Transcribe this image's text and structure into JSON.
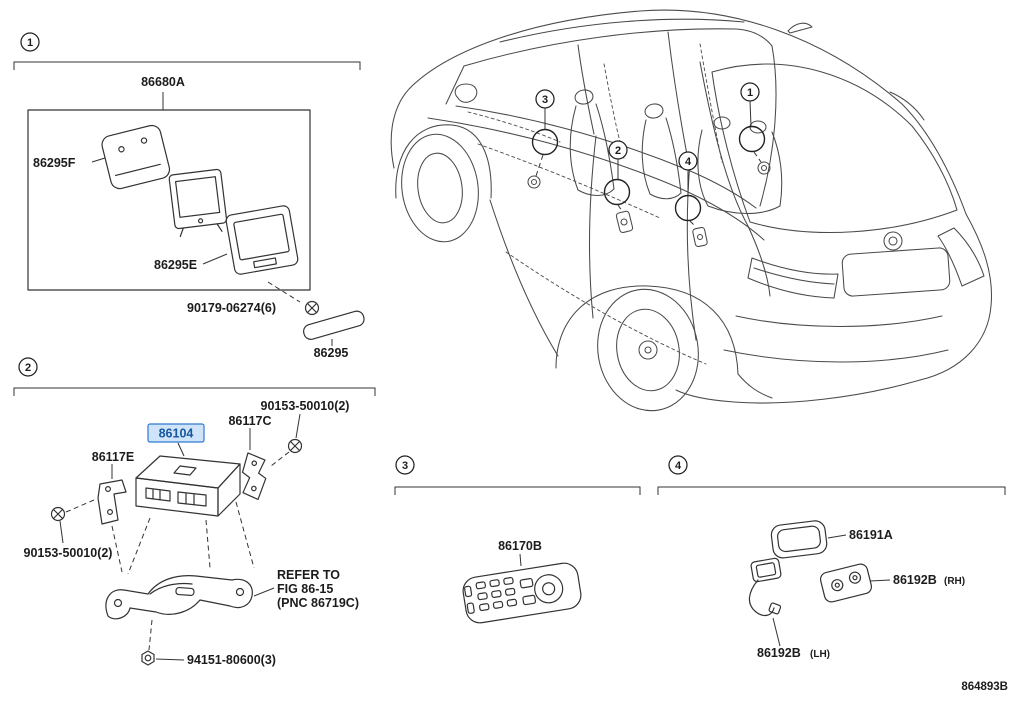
{
  "diagram": {
    "code": "864893B",
    "highlight_color": "#cfe4f9",
    "highlight_border": "#2f7bd0",
    "highlight_text_color": "#17579e",
    "line_color": "#4a4a4a"
  },
  "section1": {
    "marker": "1",
    "labels": {
      "a86680A": "86680A",
      "a86295F": "86295F",
      "a86295E": "86295E",
      "a90179": "90179-06274(6)",
      "a86295": "86295"
    }
  },
  "section2": {
    "marker": "2",
    "labels": {
      "screw_top": "90153-50010(2)",
      "a86117C": "86117C",
      "a86104": "86104",
      "a86117E": "86117E",
      "screw_left": "90153-50010(2)",
      "refer_line1": "REFER TO",
      "refer_line2": "FIG 86-15",
      "refer_line3": "(PNC 86719C)",
      "a94151": "94151-80600(3)"
    }
  },
  "section3": {
    "marker": "3",
    "labels": {
      "a86170B": "86170B"
    }
  },
  "section4": {
    "marker": "4",
    "labels": {
      "a86191A": "86191A",
      "a86192B_rh": "86192B",
      "rh": "(RH)",
      "a86192B_lh": "86192B",
      "lh": "(LH)"
    }
  },
  "car_callouts": {
    "c1": "1",
    "c2": "2",
    "c3": "3",
    "c4": "4"
  }
}
